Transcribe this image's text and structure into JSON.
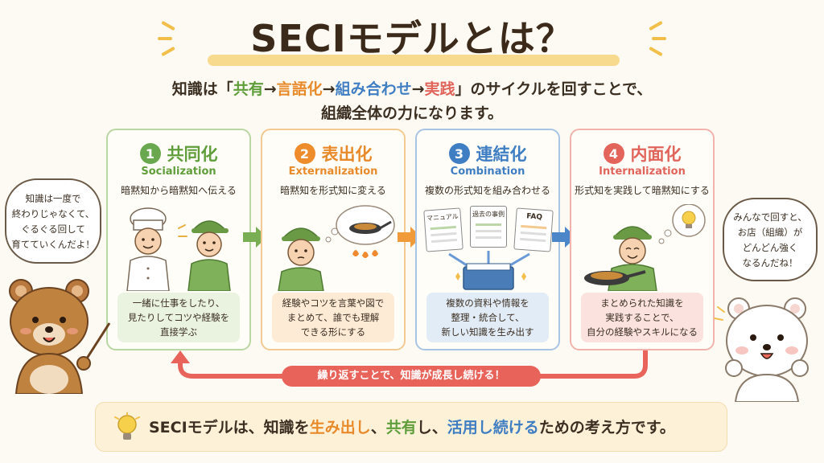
{
  "title": "SECIモデルとは？",
  "subtitle": {
    "line1_prefix": "知識は「",
    "share": "共有",
    "arrow": "→",
    "language": "言語化",
    "combine": "組み合わせ",
    "practice": "実践",
    "line1_suffix": "」のサイクルを回すことで、",
    "line2": "組織全体の力になります。"
  },
  "cards": [
    {
      "num": "1",
      "title": "共同化",
      "en": "Socialization",
      "desc": "暗黙知から暗黙知へ伝える",
      "note": [
        "一緒に仕事をしたり、",
        "見たりしてコツや経験を",
        "直接学ぶ"
      ],
      "color": "#6aa84f",
      "note_bg": "#eaf3df"
    },
    {
      "num": "2",
      "title": "表出化",
      "en": "Externalization",
      "desc": "暗黙知を形式知に変える",
      "note": [
        "経験やコツを言葉や図で",
        "まとめて、誰でも理解",
        "できる形にする"
      ],
      "color": "#ee8c2c",
      "note_bg": "#fdebd6"
    },
    {
      "num": "3",
      "title": "連結化",
      "en": "Combination",
      "desc": "複数の形式知を組み合わせる",
      "note": [
        "複数の資料や情報を",
        "整理・統合して、",
        "新しい知識を生み出す"
      ],
      "color": "#3f7ec2",
      "note_bg": "#e2ecf7",
      "docs": [
        "マニュアル",
        "過去の事例",
        "FAQ"
      ]
    },
    {
      "num": "4",
      "title": "内面化",
      "en": "Internalization",
      "desc": "形式知を実践して暗黙知にする",
      "note": [
        "まとめられた知識を",
        "実践することで、",
        "自分の経験やスキルになる"
      ],
      "color": "#e3645b",
      "note_bg": "#fbe2de"
    }
  ],
  "loop_label": "繰り返すことで、知識が成長し続ける！",
  "bubble_left": [
    "知識は一度で",
    "終わりじゃなくて、",
    "ぐるぐる回して",
    "育てていくんだよ！"
  ],
  "bubble_right": [
    "みんなで回すと、",
    "お店（組織）が",
    "どんどん強く",
    "なるんだね！"
  ],
  "banner": {
    "prefix": "SECIモデルは、知識を",
    "create": "生み出し",
    "mid1": "、",
    "share": "共有",
    "mid2": "し、",
    "use": "活用し続ける",
    "suffix": "ための考え方です。"
  },
  "colors": {
    "green": "#6aa84f",
    "orange": "#ee8c2c",
    "blue": "#3f7ec2",
    "red": "#e3645b",
    "title": "#3b2a1a"
  }
}
